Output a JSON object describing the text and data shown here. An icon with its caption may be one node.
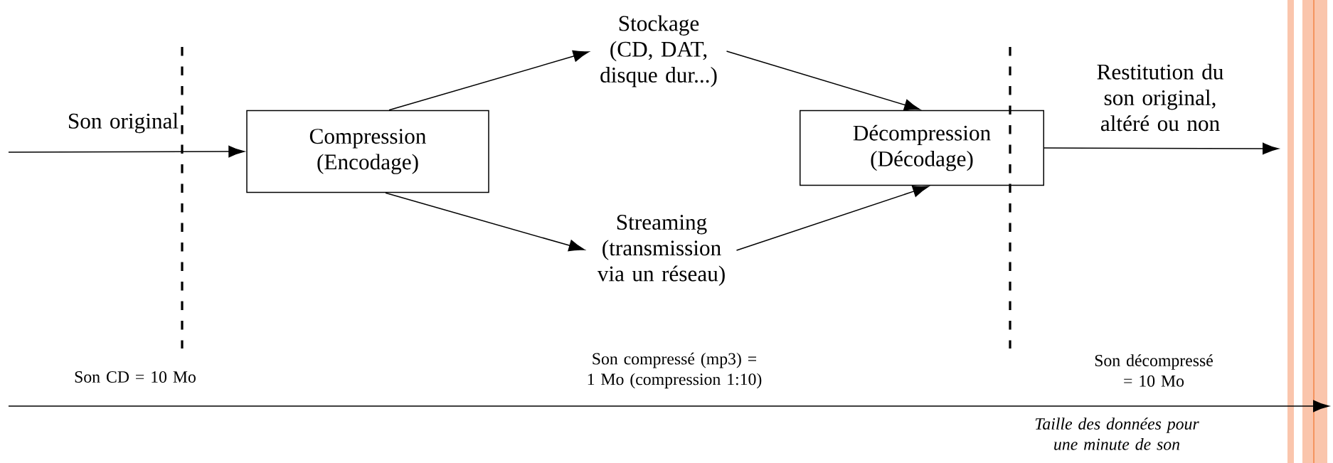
{
  "diagram": {
    "nodes": [
      {
        "text": [
          "Compression (Encodage)"
        ]
      },
      {
        "text": [
          "Stockage (CD, DAT, disque dur...)"
        ]
      },
      {
        "text": [
          "Streaming (transmission via un réseau)"
        ]
      },
      {
        "text": [
          "Décompression (Décodage)"
        ]
      }
    ],
    "edges": [
      {
        "from": null,
        "to": 0,
        "arrow": "to",
        "label": "Son original"
      },
      {
        "from": 0,
        "to": 1,
        "arrow": "to"
      },
      {
        "from": 0,
        "to": 2,
        "arrow": "to"
      },
      {
        "from": 1,
        "to": 3,
        "arrow": "to"
      },
      {
        "from": 2,
        "to": 3,
        "arrow": "to"
      },
      {
        "from": 3,
        "to": null,
        "arrow": "to",
        "label": "Restitution du son original, altéré ou non"
      }
    ],
    "labels": [
      "Son CD  =  10 Mo",
      "Son compressé (mp3) =  1 Mo (compression 1:10)",
      "Son décompressé =  10 Mo",
      "Taille des données pour une minute de son"
    ]
  }
}
